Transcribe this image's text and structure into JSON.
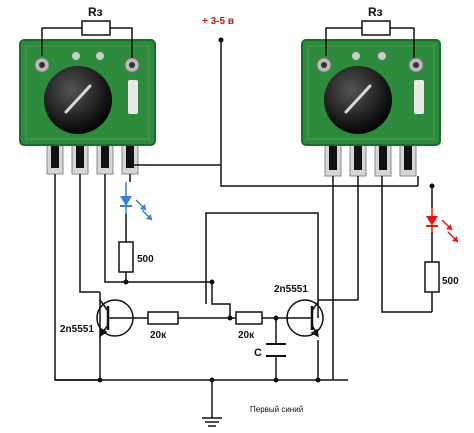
{
  "labels": {
    "supply": "+ 3-5 в",
    "r_left": "Rз",
    "r_right": "Rз",
    "res_blue": "500",
    "res_red": "500",
    "transistor_left": "2n5551",
    "transistor_right": "2n5551",
    "res_base_left": "20к",
    "res_base_right": "20к",
    "capacitor": "C",
    "note": "Первый синий"
  },
  "colors": {
    "wire": "#111111",
    "pcb": "#2e8a3c",
    "pcb_dark": "#1f6a2c",
    "led_blue": "#3a7fd0",
    "led_red": "#e01818",
    "pin": "#c9c9c9"
  },
  "icons": {
    "module_left": "sound-sensor-module-icon",
    "module_right": "sound-sensor-module-icon",
    "led_blue": "led-blue-icon",
    "led_red": "led-red-icon",
    "ground": "ground-icon",
    "capacitor": "capacitor-icon"
  }
}
